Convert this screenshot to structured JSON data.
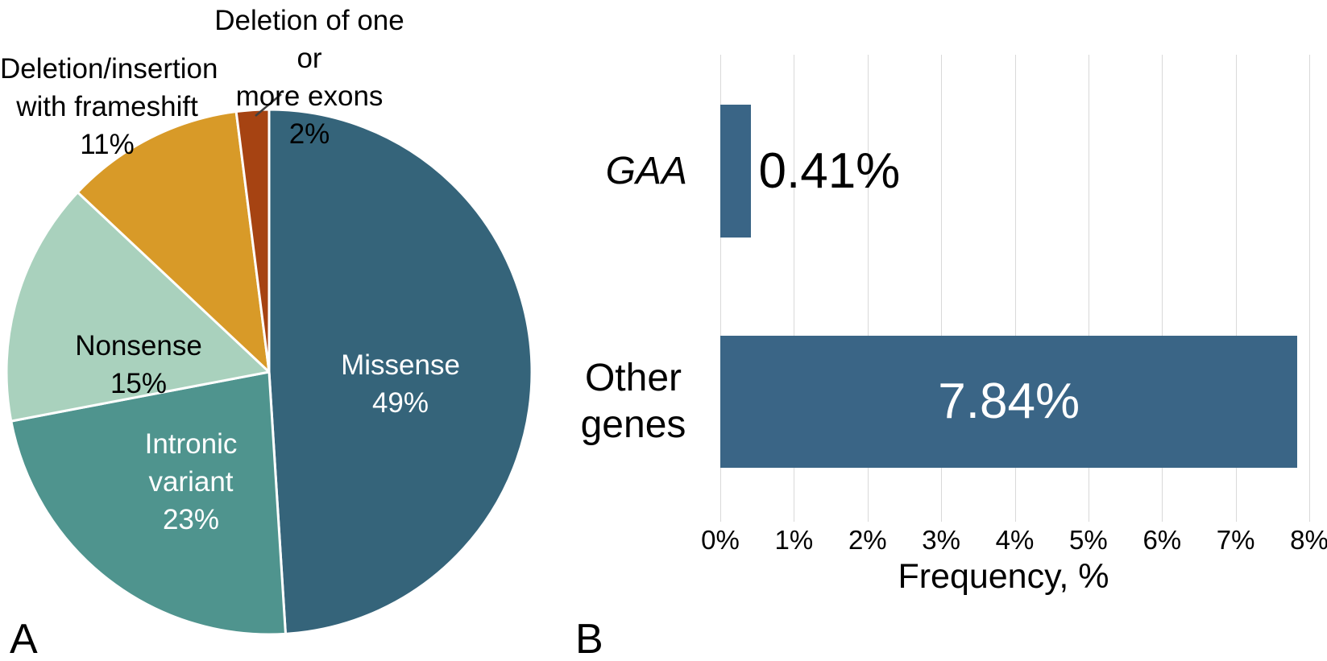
{
  "panels": {
    "a_label": "A",
    "b_label": "B"
  },
  "chart_data": [
    {
      "type": "pie",
      "panel": "A",
      "categories": [
        "Missense",
        "Intronic variant",
        "Nonsense",
        "Deletion/insertion with frameshift",
        "Deletion of one or more exons"
      ],
      "values": [
        49,
        23,
        15,
        11,
        2
      ],
      "colors": [
        "#35647a",
        "#4f948e",
        "#a9d1bd",
        "#d89a28",
        "#a64312"
      ],
      "display_labels": [
        "Missense\n49%",
        "Intronic\nvariant\n23%",
        "Nonsense\n15%",
        "Deletion/insertion\nwith frameshift\n11%",
        "Deletion of one or\nmore exons\n2%"
      ],
      "start_angle_deg": 0,
      "direction": "clockwise",
      "separator_color": "#ffffff"
    },
    {
      "type": "bar",
      "panel": "B",
      "orientation": "horizontal",
      "categories": [
        "GAA",
        "Other genes"
      ],
      "categories_display": [
        "GAA",
        "Other\ngenes"
      ],
      "values": [
        0.41,
        7.84
      ],
      "value_labels": [
        "0.41%",
        "7.84%"
      ],
      "bar_color": "#3a6586",
      "grid_color": "#d9d9d9",
      "xlabel": "Frequency, %",
      "xlim": [
        0,
        8
      ],
      "xticks": [
        "0%",
        "1%",
        "2%",
        "3%",
        "4%",
        "5%",
        "6%",
        "7%",
        "8%"
      ],
      "grid": true,
      "legend": null
    }
  ]
}
